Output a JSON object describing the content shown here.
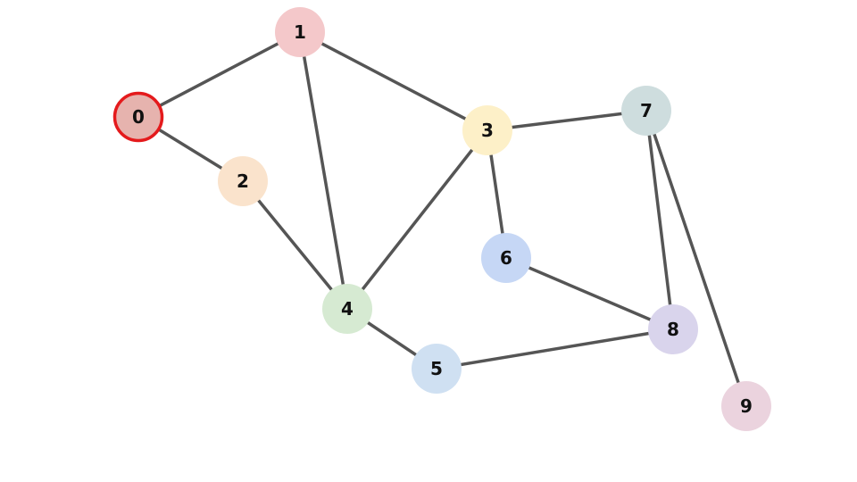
{
  "graph": {
    "start_node": "0",
    "highlight_color": "#e41a1c",
    "edge_color": "#555555",
    "nodes": [
      {
        "id": "0",
        "label": "0",
        "color": "#e6b3ae"
      },
      {
        "id": "1",
        "label": "1",
        "color": "#f4c8ca"
      },
      {
        "id": "2",
        "label": "2",
        "color": "#fae3cc"
      },
      {
        "id": "3",
        "label": "3",
        "color": "#fdf0c8"
      },
      {
        "id": "4",
        "label": "4",
        "color": "#d6ead2"
      },
      {
        "id": "5",
        "label": "5",
        "color": "#cfe0f2"
      },
      {
        "id": "6",
        "label": "6",
        "color": "#c6d7f5"
      },
      {
        "id": "7",
        "label": "7",
        "color": "#ceddde"
      },
      {
        "id": "8",
        "label": "8",
        "color": "#d9d4ec"
      },
      {
        "id": "9",
        "label": "9",
        "color": "#ebd3de"
      }
    ],
    "edges": [
      [
        "0",
        "1"
      ],
      [
        "0",
        "2"
      ],
      [
        "1",
        "3"
      ],
      [
        "1",
        "4"
      ],
      [
        "2",
        "4"
      ],
      [
        "3",
        "4"
      ],
      [
        "3",
        "6"
      ],
      [
        "3",
        "7"
      ],
      [
        "4",
        "5"
      ],
      [
        "5",
        "8"
      ],
      [
        "6",
        "8"
      ],
      [
        "7",
        "8"
      ],
      [
        "7",
        "9"
      ]
    ]
  }
}
